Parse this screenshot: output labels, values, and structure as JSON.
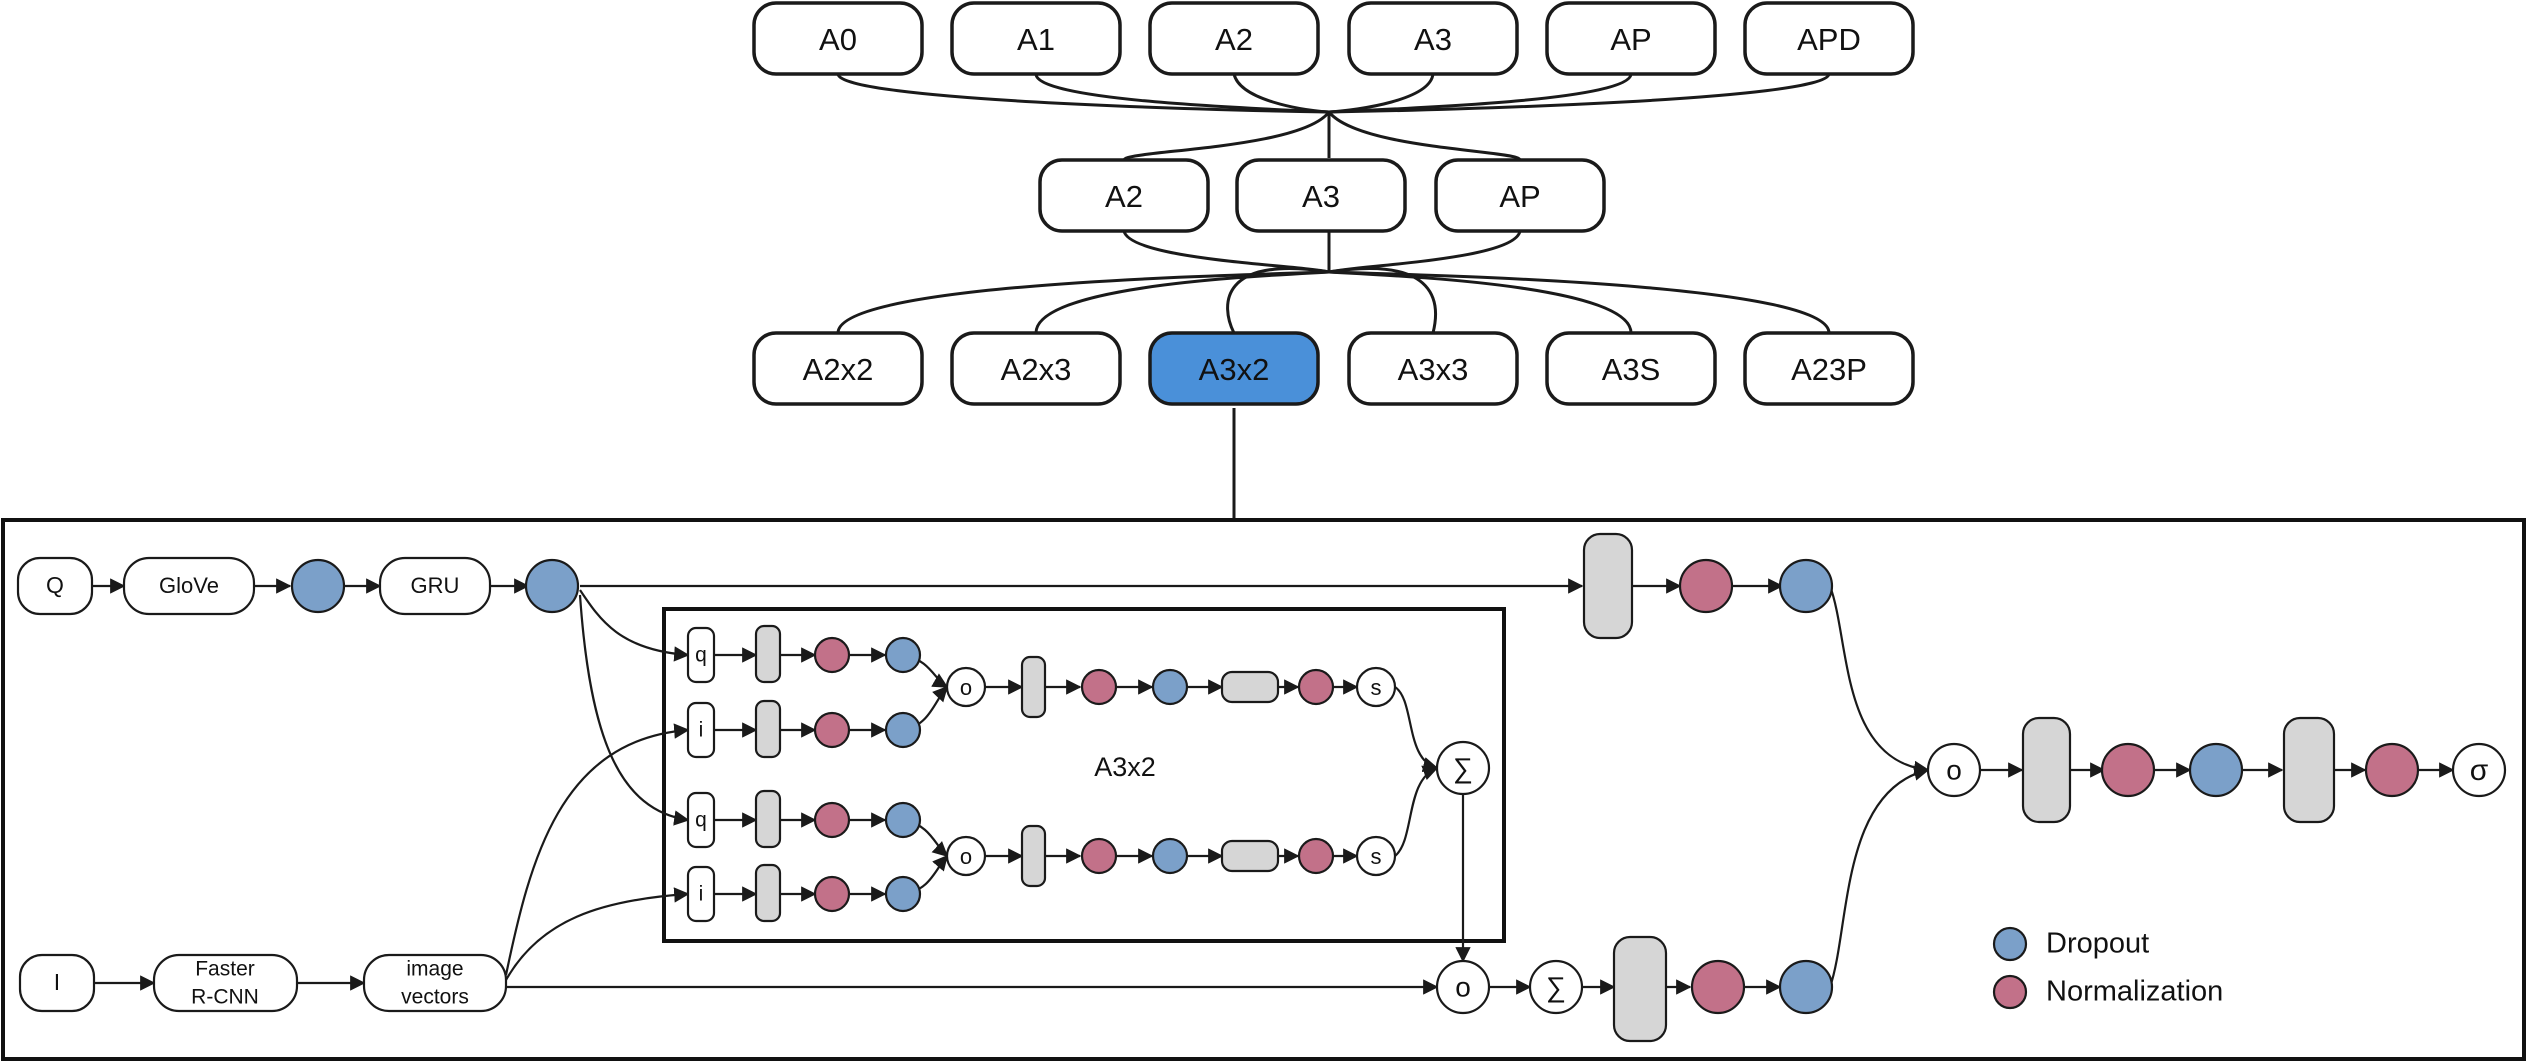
{
  "tree": {
    "level1": [
      "A0",
      "A1",
      "A2",
      "A3",
      "AP",
      "APD"
    ],
    "level2": [
      "A2",
      "A3",
      "AP"
    ],
    "level3": [
      "A2x2",
      "A2x3",
      "A3x2",
      "A3x3",
      "A3S",
      "A23P"
    ],
    "selected": "A3x2"
  },
  "pipeline": {
    "q_input": "Q",
    "glove": "GloVe",
    "gru": "GRU",
    "i_input": "I",
    "faster_line1": "Faster",
    "faster_line2": "R-CNN",
    "image_line1": "image",
    "image_line2": "vectors",
    "inner_title": "A3x2",
    "q_label": "q",
    "i_label": "i",
    "o_label": "o",
    "s_label": "s",
    "sum_label": "∑",
    "sigma_label": "σ"
  },
  "legend": {
    "dropout": "Dropout",
    "normalization": "Normalization"
  },
  "colors": {
    "selected": "#4a90d9",
    "dropout": "#7ba0c9",
    "normalization": "#c27189",
    "layer": "#d6d6d6"
  }
}
